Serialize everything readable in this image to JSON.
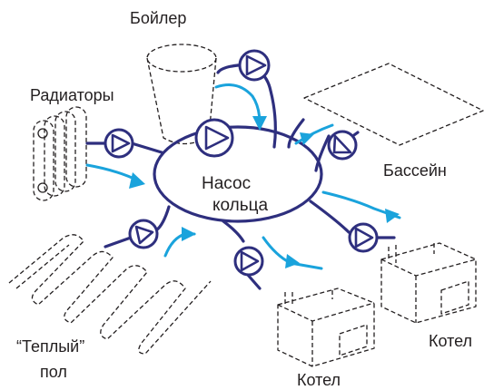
{
  "diagram": {
    "labels": {
      "boiler": "Бойлер",
      "radiators": "Радиаторы",
      "pool": "Бассейн",
      "floor_line1": "“Теплый”",
      "floor_line2": "пол",
      "kettle_bottom": "Котел",
      "kettle_right": "Котел",
      "center_line1": "Насос",
      "center_line2": "кольца"
    },
    "colors": {
      "pipe": "#2e2f7e",
      "flow": "#1aa3dc",
      "outline": "#231f20"
    },
    "icons": [
      "pump-icon",
      "flow-arrow-icon"
    ]
  }
}
